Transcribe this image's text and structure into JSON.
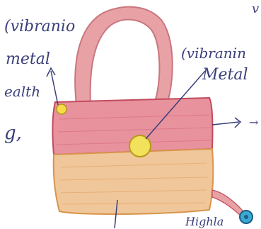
{
  "labels": {
    "left_top": "(vibranio",
    "left_metal": "metal",
    "left_health": "ealth",
    "left_gr": "g,",
    "right_top": "(vibranin",
    "right_metal": "Metal",
    "right_arrow_tail": "→ -",
    "bottom_right": "Highla",
    "top_right_mark": "v"
  },
  "colors": {
    "handle": "#e8a2a6",
    "bag_top": "#e8929e",
    "bag_top_stroke": "#c14b5c",
    "bag_bottom": "#f0c79a",
    "bag_bottom_stroke": "#d8944c",
    "button": "#f2e15a",
    "button_stroke": "#b59a17",
    "small_button": "#f7dc4a",
    "blue_bead": "#39a8d6",
    "ink": "#3a3f7a"
  }
}
